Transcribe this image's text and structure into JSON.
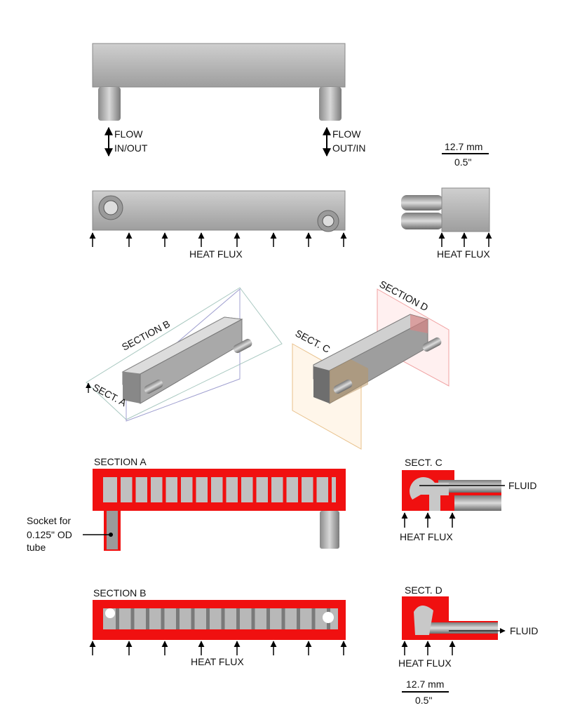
{
  "top_view": {
    "flow_left": [
      "FLOW",
      "IN/OUT"
    ],
    "flow_right": [
      "FLOW",
      "OUT/IN"
    ]
  },
  "scale_bar_top": {
    "metric": "12.7 mm",
    "imperial": "0.5\""
  },
  "front_view": {
    "heat_flux": "HEAT FLUX"
  },
  "side_view": {
    "heat_flux": "HEAT FLUX"
  },
  "iso_left": {
    "section_b": "SECTION B",
    "sect_a": "SECT. A"
  },
  "iso_right": {
    "sect_c": "SECT. C",
    "section_d": "SECTION D"
  },
  "section_a": {
    "title": "SECTION A",
    "socket_note": [
      "Socket for",
      "0.125\" OD",
      "tube"
    ]
  },
  "sect_c": {
    "title": "SECT. C",
    "fluid": "FLUID",
    "heat_flux": "HEAT FLUX"
  },
  "section_b": {
    "title": "SECTION B",
    "heat_flux": "HEAT FLUX"
  },
  "sect_d": {
    "title": "SECT. D",
    "fluid": "FLUID",
    "heat_flux": "HEAT FLUX"
  },
  "scale_bar_bottom": {
    "metric": "12.7 mm",
    "imperial": "0.5\""
  },
  "colors": {
    "section_red": "#f01010",
    "metal_gray": "#b4b4b4"
  }
}
